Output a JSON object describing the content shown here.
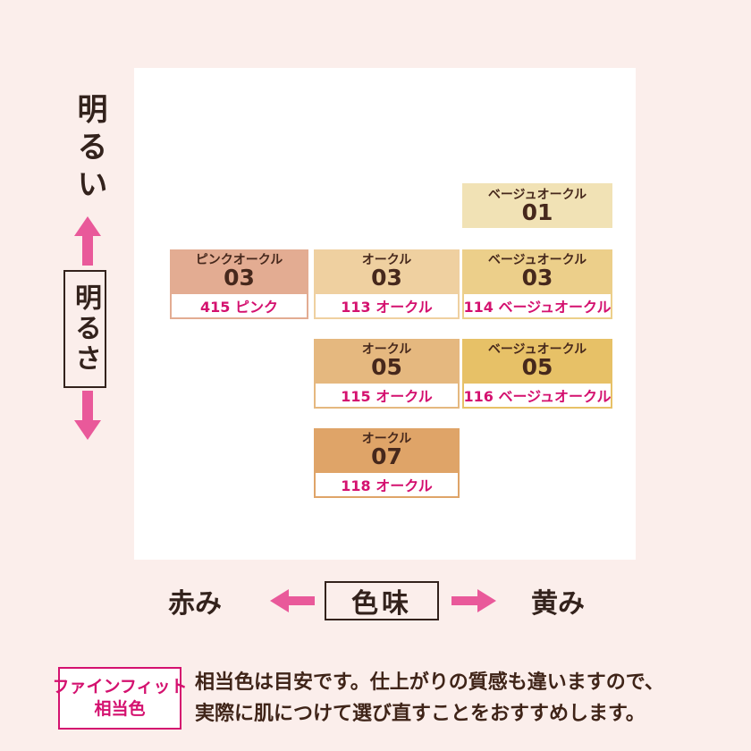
{
  "page": {
    "background_color": "#fbeeeb",
    "panel_color": "#ffffff",
    "accent_magenta": "#d4116f",
    "arrow_pink": "#e9599a",
    "text_dark_brown": "#46281c"
  },
  "axes": {
    "vertical": {
      "top_label": "明るい",
      "box_label": "明るさ",
      "up_arrow_icon": "arrow-up",
      "down_arrow_icon": "arrow-down"
    },
    "horizontal": {
      "left_label": "赤み",
      "box_label": "色味",
      "right_label": "黄み",
      "left_arrow_icon": "arrow-left",
      "right_arrow_icon": "arrow-right"
    }
  },
  "swatches": [
    {
      "name": "ベージュオークル",
      "number": "01",
      "color": "#f1e2b5",
      "match": "",
      "column": "yellow",
      "row": 1
    },
    {
      "name": "ピンクオークル",
      "number": "03",
      "color": "#e3ac92",
      "match": "415 ピンク",
      "column": "red",
      "row": 2
    },
    {
      "name": "オークル",
      "number": "03",
      "color": "#efd0a0",
      "match": "113 オークル",
      "column": "center",
      "row": 2
    },
    {
      "name": "ベージュオークル",
      "number": "03",
      "color": "#eccf8a",
      "match": "114 ベージュオークル",
      "column": "yellow",
      "row": 2
    },
    {
      "name": "オークル",
      "number": "05",
      "color": "#e5b87f",
      "match": "115 オークル",
      "column": "center",
      "row": 3
    },
    {
      "name": "ベージュオークル",
      "number": "05",
      "color": "#e7c167",
      "match": "116 ベージュオークル",
      "column": "yellow",
      "row": 3
    },
    {
      "name": "オークル",
      "number": "07",
      "color": "#dfa468",
      "match": "118 オークル",
      "column": "center",
      "row": 4
    }
  ],
  "legend": {
    "box_line1": "ファインフィット",
    "box_line2": "相当色",
    "note_line1": "相当色は目安です。仕上がりの質感も違いますので、",
    "note_line2": "実際に肌につけて選び直すことをおすすめします。"
  }
}
